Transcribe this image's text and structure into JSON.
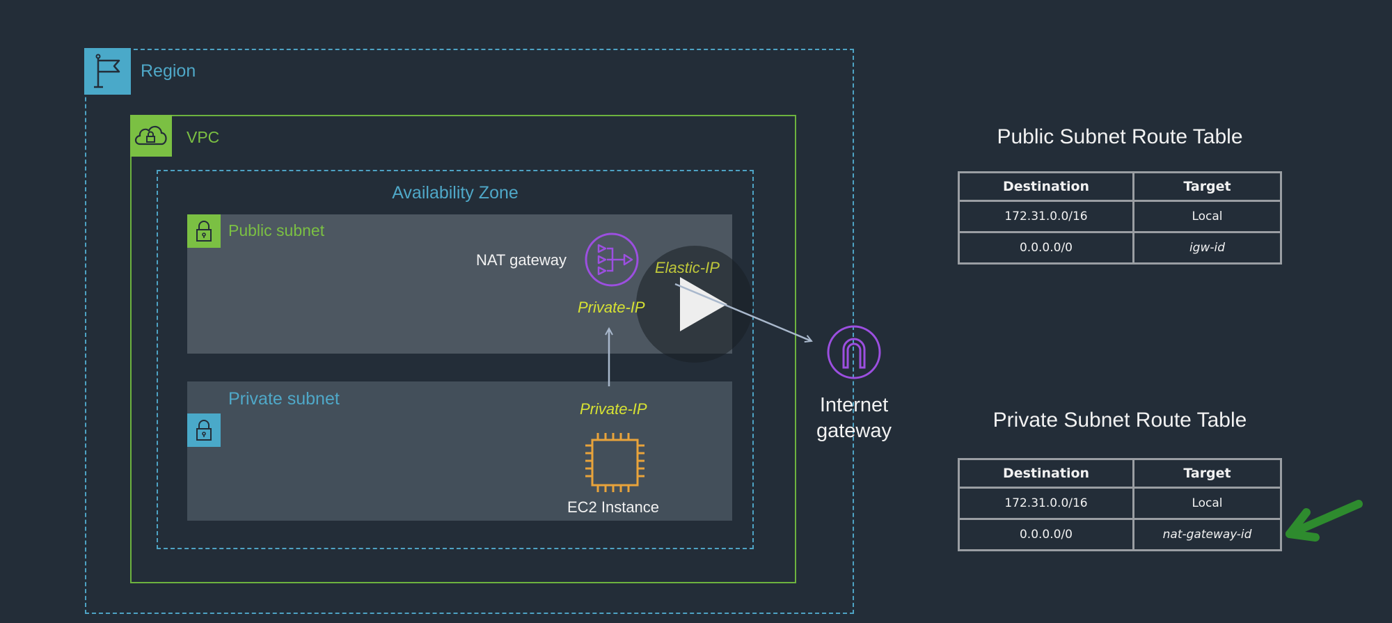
{
  "diagram": {
    "region": {
      "label": "Region",
      "icon": "flag-icon"
    },
    "vpc": {
      "label": "VPC",
      "icon": "cloud-lock-icon"
    },
    "availability_zone": {
      "label": "Availability Zone"
    },
    "public_subnet": {
      "label": "Public subnet",
      "icon": "lock-icon"
    },
    "private_subnet": {
      "label": "Private subnet",
      "icon": "lock-icon"
    },
    "nat_gateway": {
      "label": "NAT gateway",
      "icon": "nat-gateway-icon",
      "private_ip": "Private-IP",
      "elastic_ip": "Elastic-IP"
    },
    "ec2_instance": {
      "label": "EC2 Instance",
      "icon": "chip-icon",
      "private_ip": "Private-IP"
    },
    "internet_gateway": {
      "label_line1": "Internet",
      "label_line2": "gateway",
      "icon": "internet-gateway-icon"
    },
    "colors": {
      "background": "#232d38",
      "region": "#4aa9c9",
      "vpc": "#7bc043",
      "network_icons": "#9c4fe0",
      "compute_icon": "#e8a33b",
      "ip_label": "#d7e233",
      "annotation_arrow": "#2e8b2e"
    }
  },
  "route_tables": {
    "public": {
      "title": "Public Subnet  Route Table",
      "headers": [
        "Destination",
        "Target"
      ],
      "rows": [
        {
          "destination": "172.31.0.0/16",
          "target": "Local"
        },
        {
          "destination": "0.0.0.0/0",
          "target": "igw-id"
        }
      ]
    },
    "private": {
      "title": "Private Subnet  Route Table",
      "headers": [
        "Destination",
        "Target"
      ],
      "rows": [
        {
          "destination": "172.31.0.0/16",
          "target": "Local"
        },
        {
          "destination": "0.0.0.0/0",
          "target": "nat-gateway-id"
        }
      ]
    }
  },
  "video": {
    "play_button": "play-icon"
  }
}
